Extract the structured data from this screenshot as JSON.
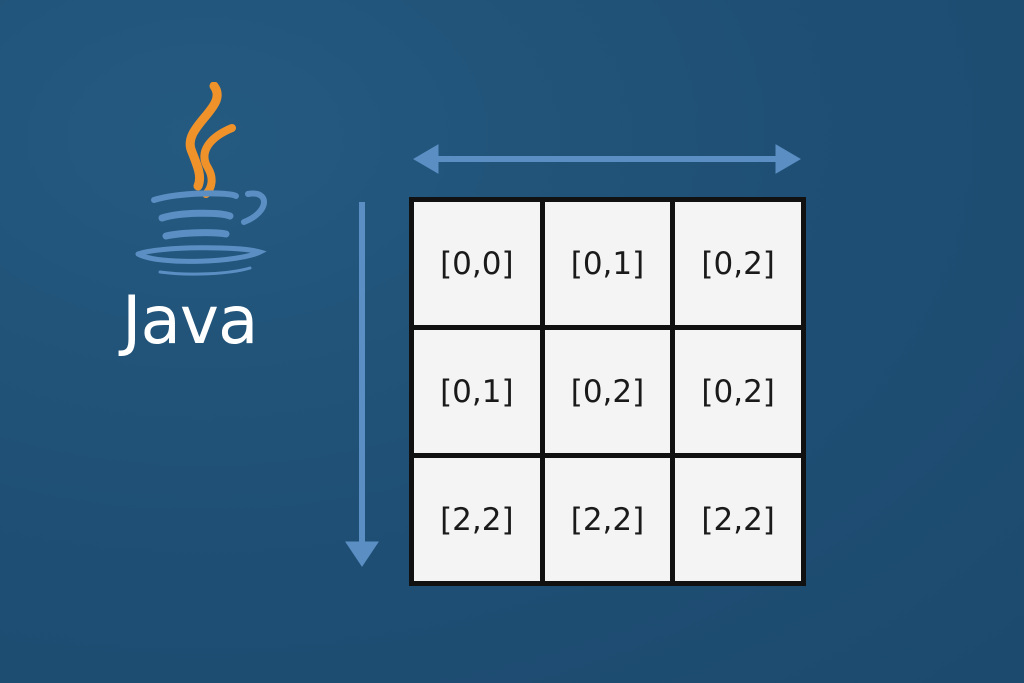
{
  "logo": {
    "text": "Java"
  },
  "matrix": {
    "cells": [
      [
        "[0,0]",
        "[0,1]",
        "[0,2]"
      ],
      [
        "[0,1]",
        "[0,2]",
        "[0,2]"
      ],
      [
        "[2,2]",
        "[2,2]",
        "[2,2]"
      ]
    ]
  },
  "colors": {
    "background": "#1f4f75",
    "arrow": "#5b8fc4",
    "flame": "#f0922a",
    "cup": "#5b8fc4",
    "grid_line": "#111111",
    "cell": "#f4f4f4"
  }
}
